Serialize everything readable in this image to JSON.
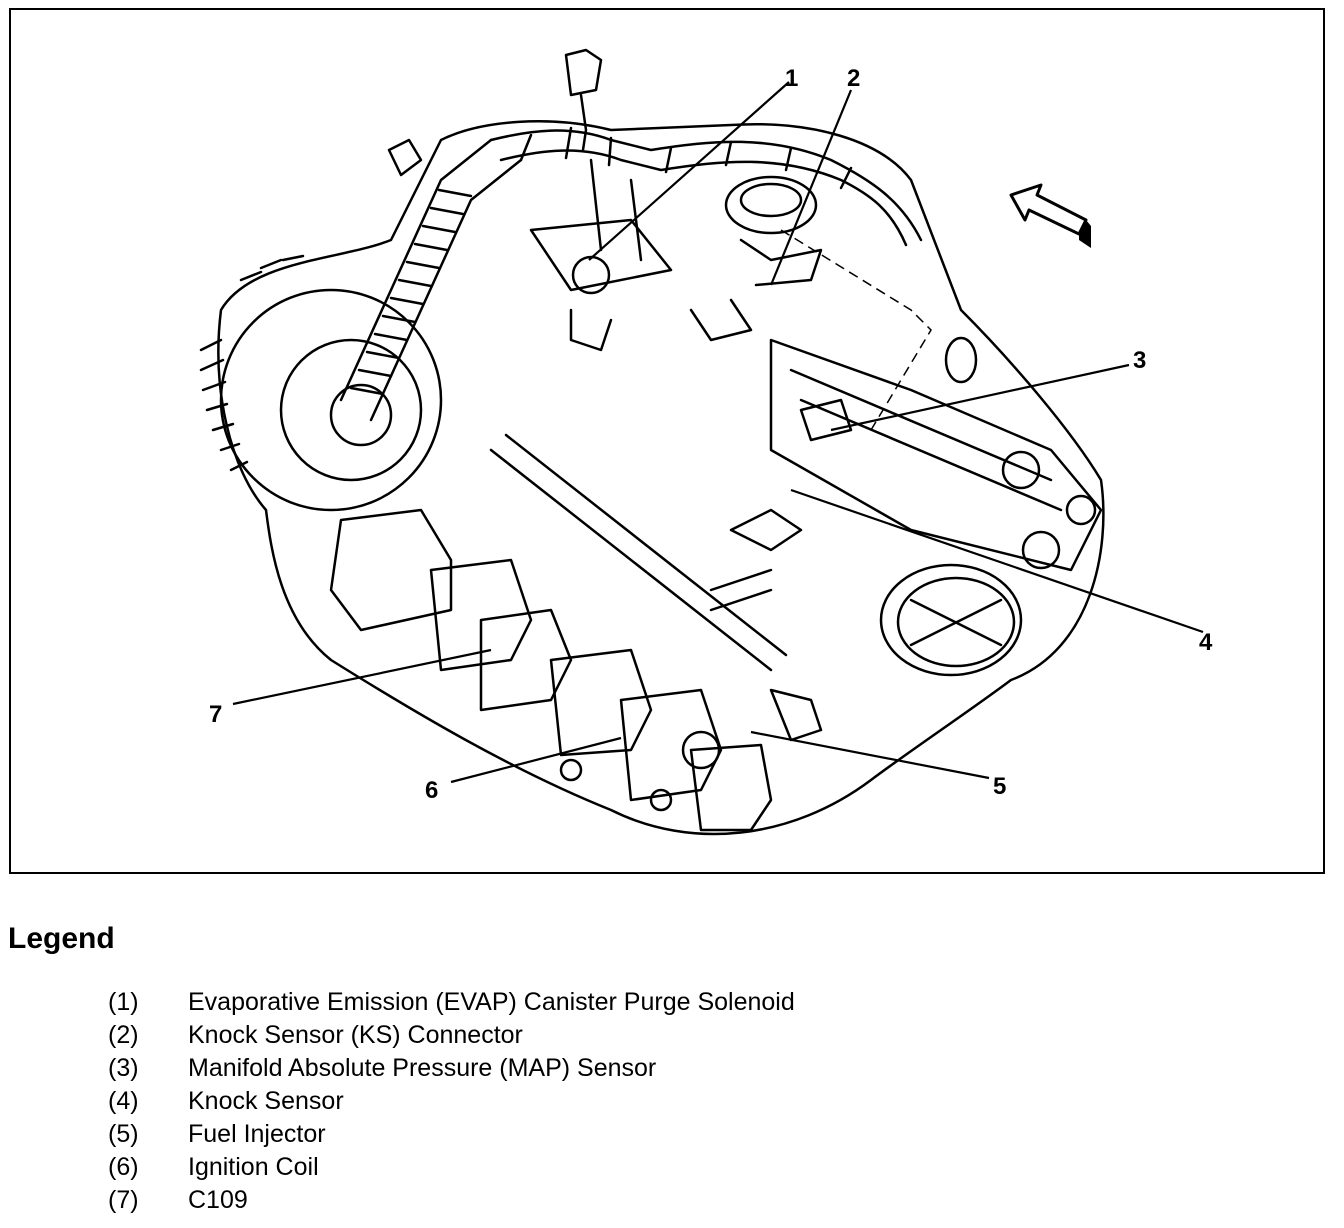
{
  "callouts": [
    {
      "id": "1",
      "label": "1"
    },
    {
      "id": "2",
      "label": "2"
    },
    {
      "id": "3",
      "label": "3"
    },
    {
      "id": "4",
      "label": "4"
    },
    {
      "id": "5",
      "label": "5"
    },
    {
      "id": "6",
      "label": "6"
    },
    {
      "id": "7",
      "label": "7"
    }
  ],
  "legend": {
    "title": "Legend",
    "items": [
      {
        "num": "(1)",
        "text": "Evaporative Emission (EVAP) Canister Purge Solenoid"
      },
      {
        "num": "(2)",
        "text": "Knock Sensor (KS) Connector"
      },
      {
        "num": "(3)",
        "text": "Manifold Absolute Pressure (MAP) Sensor"
      },
      {
        "num": "(4)",
        "text": "Knock Sensor"
      },
      {
        "num": "(5)",
        "text": "Fuel Injector"
      },
      {
        "num": "(6)",
        "text": "Ignition Coil"
      },
      {
        "num": "(7)",
        "text": "C109"
      }
    ]
  }
}
